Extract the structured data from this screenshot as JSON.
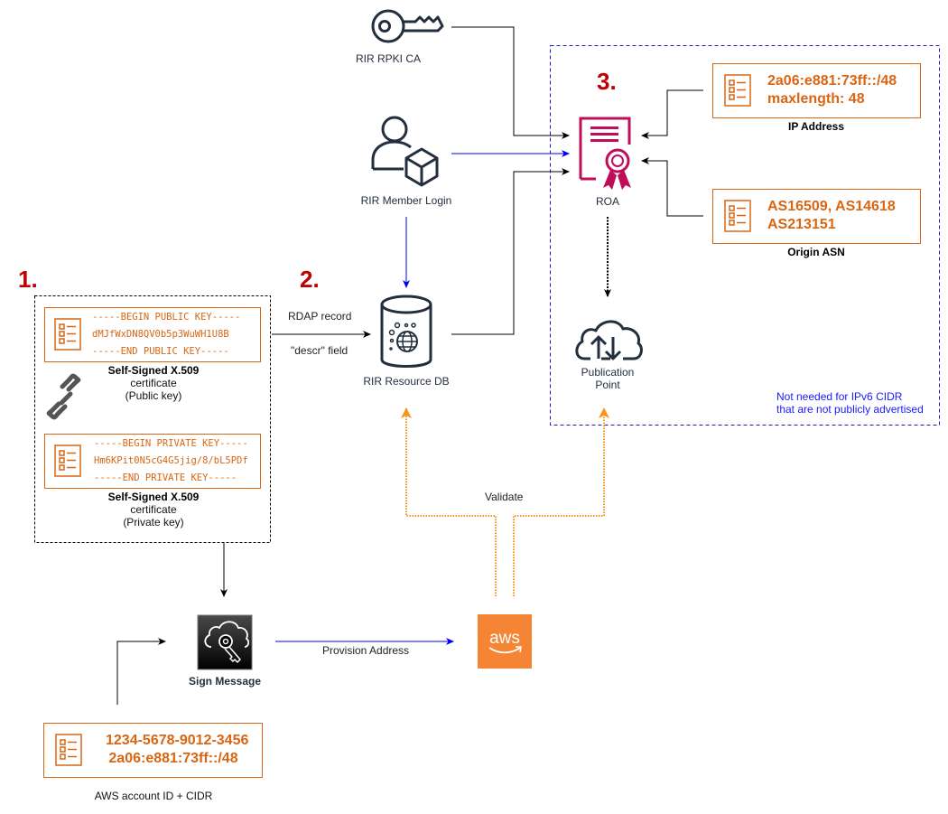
{
  "steps": {
    "one": "1.",
    "two": "2.",
    "three": "3."
  },
  "nodes": {
    "rpki_ca": {
      "label": "RIR RPKI CA",
      "icon": "key-icon"
    },
    "member_login": {
      "label": "RIR Member Login",
      "icon": "user-box-icon"
    },
    "resource_db": {
      "label": "RIR Resource DB",
      "icon": "database-globe-icon"
    },
    "roa": {
      "label": "ROA",
      "icon": "certificate-icon"
    },
    "publication_point": {
      "label_line1": "Publication",
      "label_line2": "Point",
      "icon": "cloud-upload-download-icon"
    },
    "sign_message": {
      "label": "Sign Message",
      "icon": "cloud-key-icon"
    },
    "aws": {
      "label": "aws",
      "icon": "aws-logo-icon"
    }
  },
  "public_cert": {
    "line1": "-----BEGIN PUBLIC KEY-----",
    "line2": "dMJfWxDN8QV0b5p3WuWH1U8B",
    "line3": "-----END PUBLIC KEY-----",
    "caption1": "Self-Signed X.509",
    "caption2": "certificate",
    "caption3": "(Public key)"
  },
  "private_cert": {
    "line1": "-----BEGIN PRIVATE KEY-----",
    "line2": "Hm6KPit0N5cG4G5jig/8/bL5PDf",
    "line3": "-----END PRIVATE KEY-----",
    "caption1": "Self-Signed X.509",
    "caption2": "certificate",
    "caption3": "(Private key)"
  },
  "ip_address": {
    "line1": "2a06:e881:73ff::/48",
    "line2": "maxlength: 48",
    "caption": "IP Address"
  },
  "origin_asn": {
    "line1": "AS16509, AS14618",
    "line2": "AS213151",
    "caption": "Origin ASN"
  },
  "account_cidr": {
    "line1": "1234-5678-9012-3456",
    "line2": "2a06:e881:73ff::/48",
    "caption": "AWS account ID + CIDR"
  },
  "edges": {
    "rdap_record": "RDAP record",
    "descr_field": "\"descr\" field",
    "provision_address": "Provision Address",
    "validate": "Validate"
  },
  "note": {
    "line1": "Not needed for  IPv6  CIDR",
    "line2": "that are not publicly advertised"
  },
  "colors": {
    "orange": "#d86613",
    "aws_orange": "#f58534",
    "validate_orange": "#f7941d",
    "roa_pink": "#bf0d5a",
    "step_red": "#c00000",
    "blue": "#0000ee",
    "icon_dark": "#232f3e"
  }
}
